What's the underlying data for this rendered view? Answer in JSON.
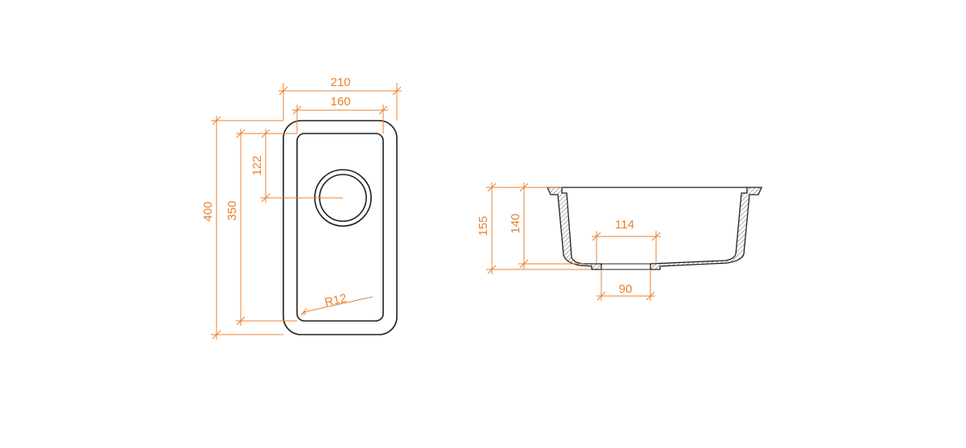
{
  "colors": {
    "dimension": "#e8822f",
    "outline": "#1f1f1f",
    "hatch": "#777777",
    "background": "#ffffff"
  },
  "top_view": {
    "outer_width": "210",
    "inner_width": "160",
    "outer_length": "400",
    "inner_length": "350",
    "drain_offset": "122",
    "corner_radius": "R12"
  },
  "side_view": {
    "total_height": "155",
    "inner_depth": "140",
    "drain_top_width": "114",
    "drain_bottom_width": "90"
  }
}
